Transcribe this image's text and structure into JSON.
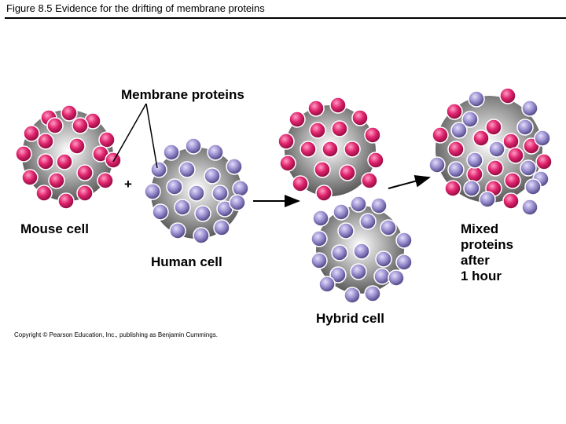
{
  "title": "Figure 8.5  Evidence for the drifting of membrane proteins",
  "labels": {
    "membrane_proteins": "Membrane proteins",
    "plus": "+",
    "mouse_cell": "Mouse cell",
    "human_cell": "Human cell",
    "hybrid_cell": "Hybrid cell",
    "mixed_line1": "Mixed",
    "mixed_line2": "proteins",
    "mixed_line3": "after",
    "mixed_line4": "1 hour",
    "copyright": "Copyright © Pearson Education, Inc., publishing as Benjamin Cummings."
  },
  "colors": {
    "mouse_protein": "#e0246e",
    "human_protein": "#9b8fd0",
    "cell_body": "#8a8a8a"
  }
}
